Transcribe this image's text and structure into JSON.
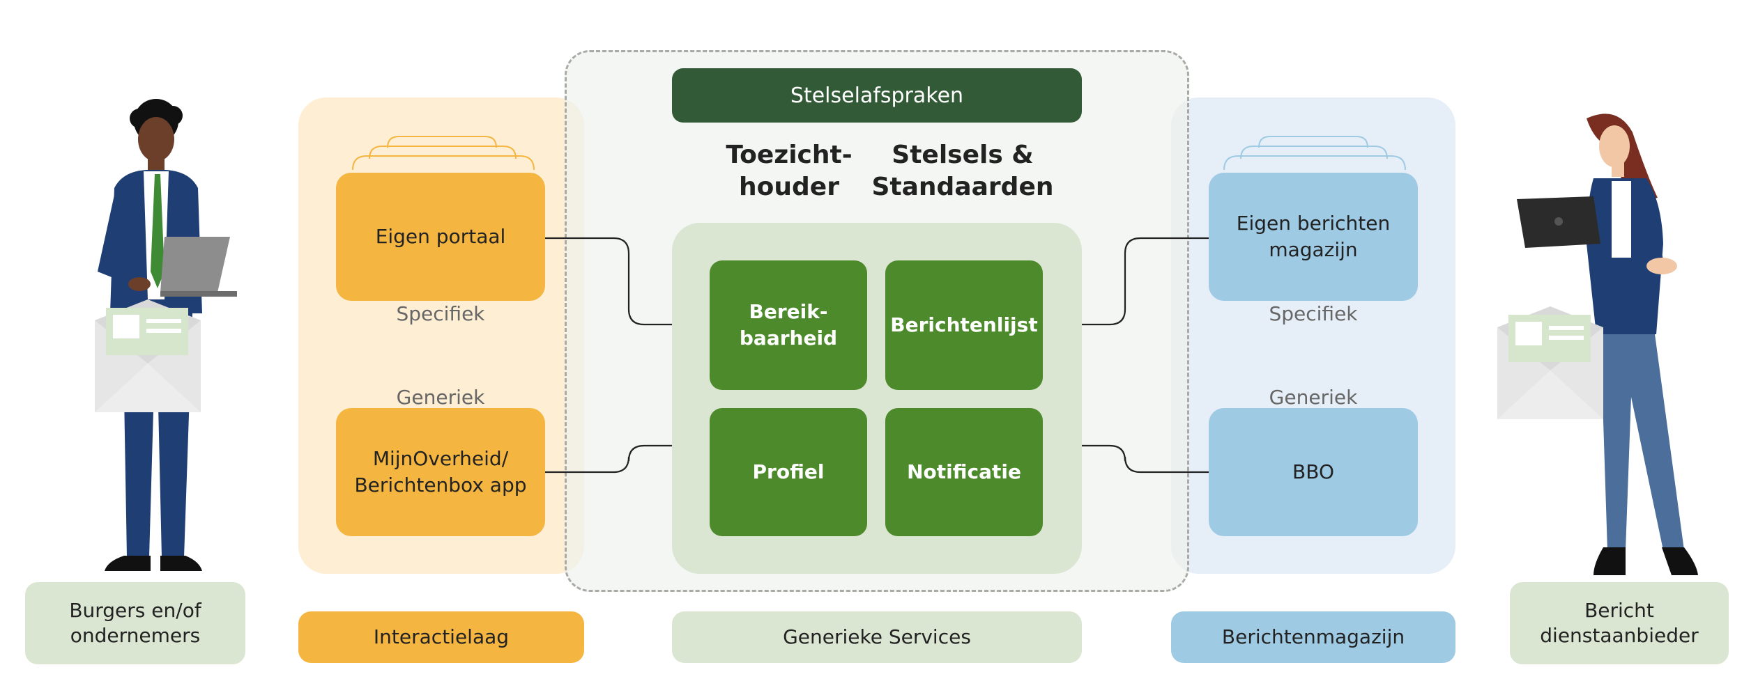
{
  "top_bar": {
    "label": "Stelselafspraken"
  },
  "headings": {
    "toezicht": "Toezicht-\nhouder",
    "stelsels": "Stelsels &\nStandaarden"
  },
  "interaction_layer": {
    "top_box": "Eigen portaal",
    "specific_label": "Specifiek",
    "generic_label": "Generiek",
    "bottom_box": "MijnOverheid/\nBerichtenbox app"
  },
  "services": {
    "bereikbaarheid": "Bereik-\nbaarheid",
    "berichtenlijst": "Berichtenlijst",
    "profiel": "Profiel",
    "notificatie": "Notificatie"
  },
  "message_store": {
    "top_box": "Eigen berichten\nmagazijn",
    "specific_label": "Specifiek",
    "generic_label": "Generiek",
    "bottom_box": "BBO"
  },
  "legend": {
    "left_actor": "Burgers en/of\nondernemers",
    "interactielaag": "Interactielaag",
    "generieke_services": "Generieke Services",
    "berichtenmagazijn": "Berichtenmagazijn",
    "right_actor": "Bericht\ndienstaanbieder"
  },
  "colors": {
    "dark_green": "#335a37",
    "service_green": "#4d8a2b",
    "light_green": "#dbe6d2",
    "orange": "#f5b541",
    "light_orange": "#fdeed4",
    "blue": "#9ecae3",
    "light_blue": "#e6eff7",
    "actor_green": "#dbe6d2"
  },
  "icons": {
    "left_person": "person-with-laptop-icon",
    "right_person": "person-with-tablet-icon",
    "envelope": "envelope-icon"
  }
}
